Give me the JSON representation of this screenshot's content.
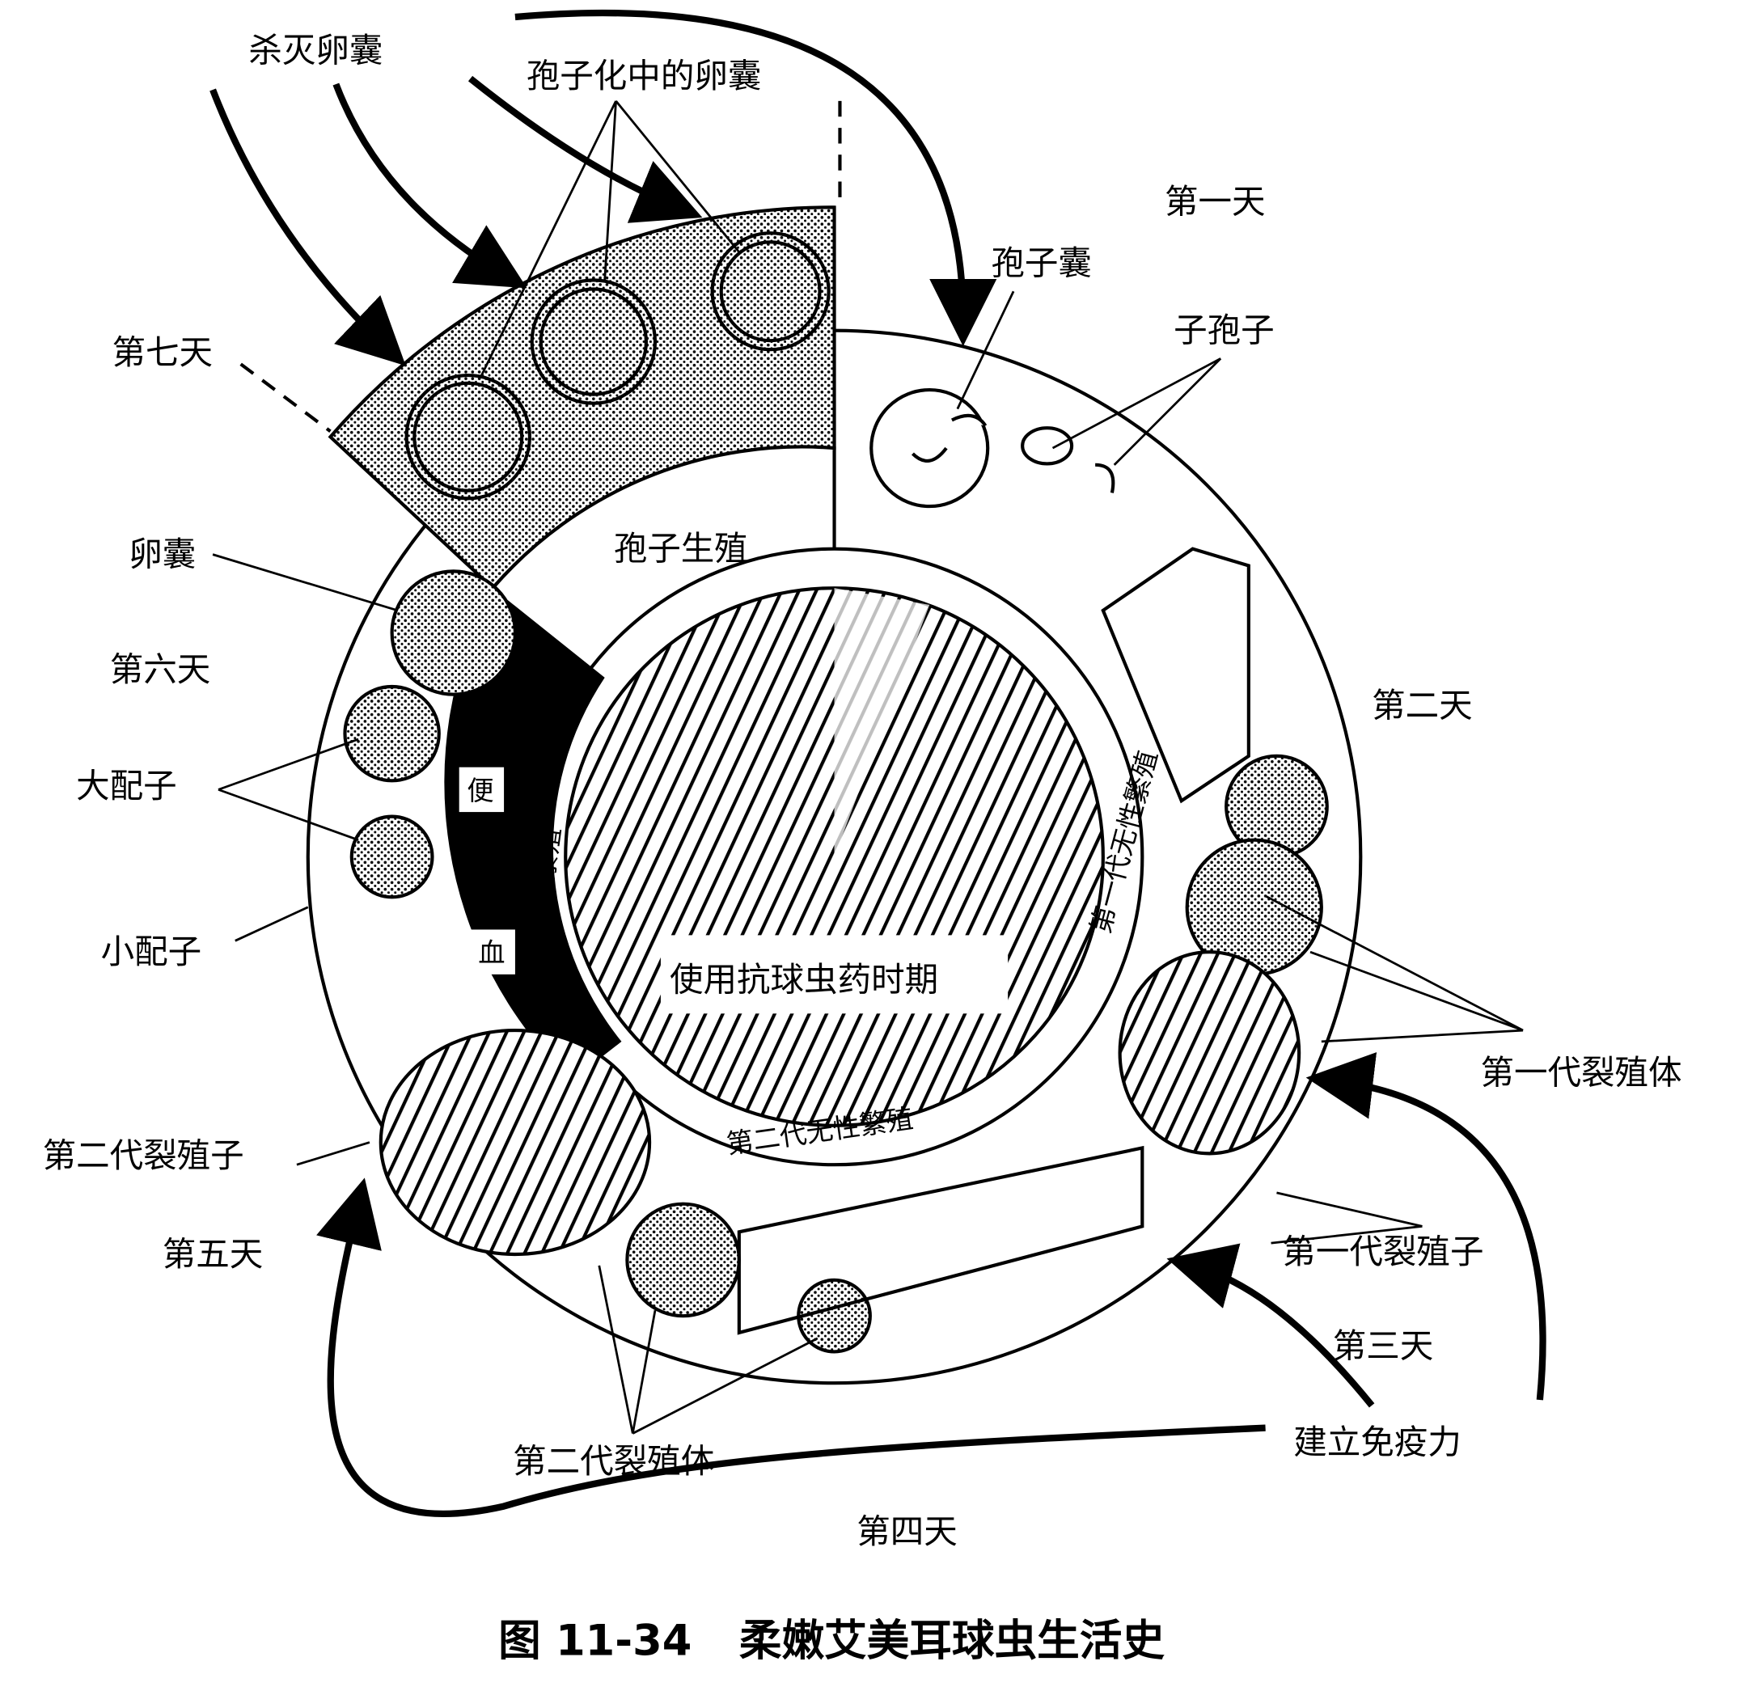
{
  "caption": {
    "figure_no": "图 11-34",
    "title": "柔嫩艾美耳球虫生活史"
  },
  "days": {
    "day1": "第一天",
    "day2": "第二天",
    "day3": "第三天",
    "day4": "第四天",
    "day5": "第五天",
    "day6": "第六天",
    "day7": "第七天"
  },
  "labels": {
    "kill_oocyst": "杀灭卵囊",
    "sporulating_oocyst": "孢子化中的卵囊",
    "sporocyst": "孢子囊",
    "sporozoite": "子孢子",
    "oocyst": "卵囊",
    "macrogamete": "大配子",
    "microgamete": "小配子",
    "gen2_merozoite": "第二代裂殖子",
    "gen1_schizont": "第一代裂殖体",
    "gen1_merozoite": "第一代裂殖子",
    "gen2_schizont": "第二代裂殖体",
    "immunity": "建立免疫力"
  },
  "ring": {
    "sporogony": "孢子生殖",
    "gen1_asexual": "第一代无性繁殖",
    "gen2_asexual": "第二代无性繁殖",
    "sexual": "有性繁殖",
    "stool": "便",
    "blood": "血",
    "drug_period": "使用抗球虫药时期"
  }
}
